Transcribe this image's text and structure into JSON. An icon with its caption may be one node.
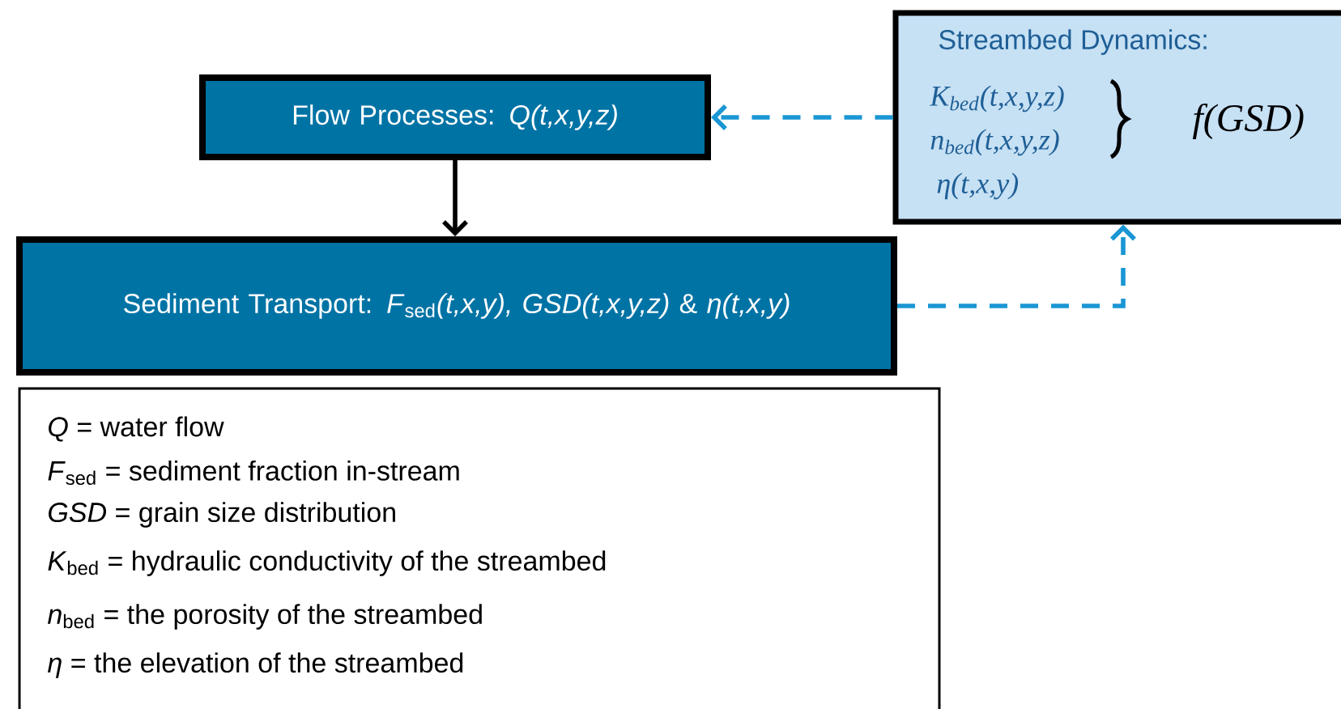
{
  "diagram": {
    "nodes": [
      {
        "text": [
          "Flow Processes: *Q(t,x,y,z)*"
        ]
      },
      {
        "text": [
          "Sediment Transport: *F*$_{sed}$*(t,x,y), GSD(t,x,y,z)* & *η(t,x,y)*"
        ]
      },
      {
        "text": [
          "Streambed Dynamics:",
          "K$_{bed}$(t,x,y,z)",
          "n$_{bed}$(t,x,y,z)",
          "η(t,x,y)",
          "f(GSD)"
        ]
      },
      {
        "text": [
          "*Q* = water flow",
          "*F*$_{sed}$ = sediment fraction in-stream",
          "*GSD* = grain size distribution",
          "*K*$_{bed}$ = hydraulic conductivity of the streambed",
          "*n*$_{bed}$ = the porosity of the streambed",
          "*η* = the elevation of the streambed"
        ]
      }
    ],
    "edges": [
      {
        "from": 0,
        "to": 1,
        "arrow": "to",
        "color": "#000000"
      },
      {
        "from": 2,
        "to": 0,
        "arrow": "to",
        "style": "dashed",
        "color": "#1a96d4"
      },
      {
        "from": 1,
        "to": 2,
        "arrow": "to",
        "style": "dashed",
        "color": "#1a96d4"
      }
    ]
  }
}
